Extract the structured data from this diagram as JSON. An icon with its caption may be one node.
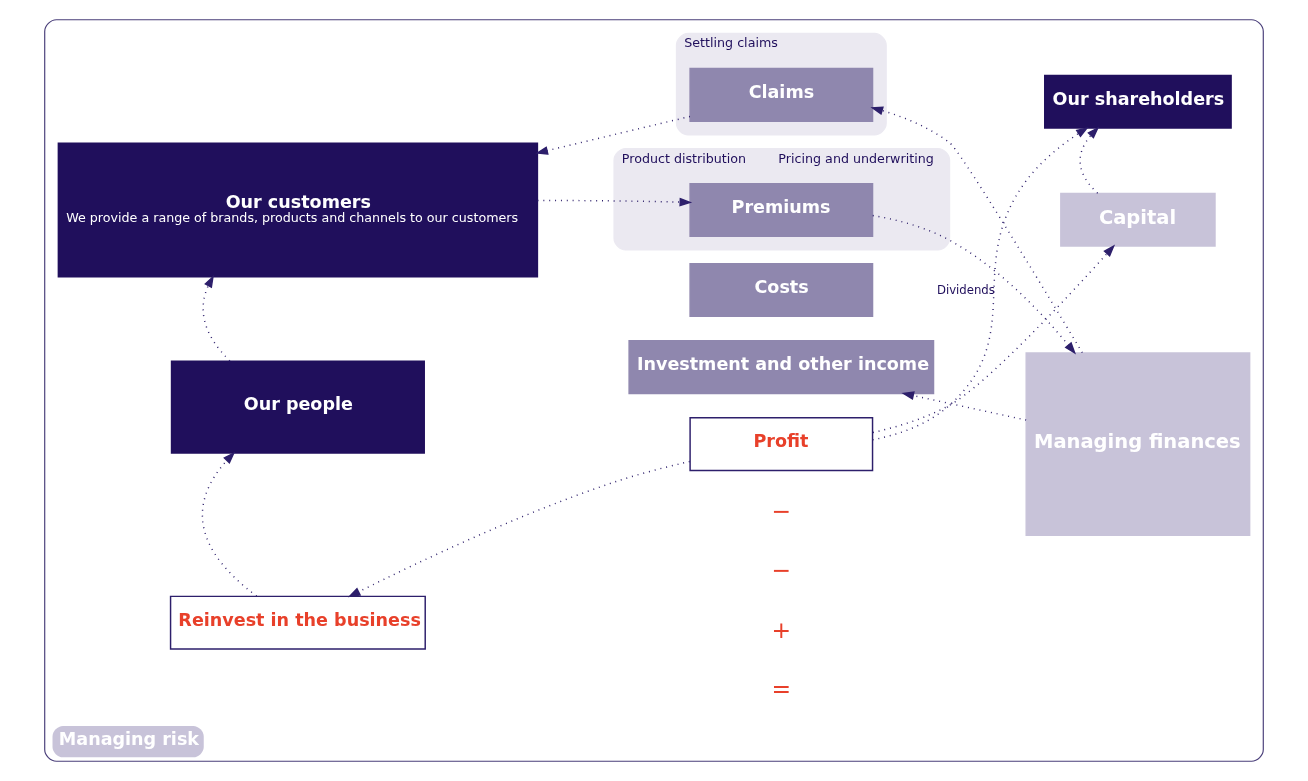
{
  "diagram": {
    "nodes": [
      {
        "text": [
          "Managing risk"
        ]
      },
      {
        "text": [
          "Our customers",
          "We provide a range of brands, products and channels to our customers"
        ],
        "in": 0
      },
      {
        "text": [
          "Product distribution",
          "Pricing and underwriting"
        ],
        "in": 0
      },
      {
        "text": [
          "Premiums"
        ],
        "in": 2
      },
      {
        "text": [
          "Settling claims"
        ],
        "in": 0
      },
      {
        "text": [
          "Claims"
        ],
        "in": 4
      },
      {
        "text": [
          "Managing finances"
        ],
        "in": 0
      },
      {
        "text": [
          "Our people"
        ],
        "in": 0
      },
      {
        "text": [
          "Costs"
        ],
        "in": 0
      },
      {
        "text": [
          "Investment and other income"
        ],
        "in": 0
      },
      {
        "text": [
          "Reinvest in the business"
        ],
        "in": 0
      },
      {
        "text": [
          "Profit"
        ],
        "in": 0
      },
      {
        "text": [
          "Capital"
        ],
        "in": 0
      },
      {
        "text": [
          "Our shareholders"
        ],
        "in": 0
      }
    ],
    "edges": [
      {
        "from": 1,
        "to": 3,
        "arrow": "to"
      },
      {
        "from": 3,
        "to": 6,
        "arrow": "to"
      },
      {
        "from": 6,
        "to": 5,
        "arrow": "to"
      },
      {
        "from": 5,
        "to": 1,
        "arrow": "to"
      },
      {
        "from": 6,
        "to": 9,
        "arrow": "to"
      },
      {
        "from": 7,
        "to": 1,
        "arrow": "to"
      },
      {
        "from": 10,
        "to": 7,
        "arrow": "to"
      },
      {
        "from": 11,
        "to": 10,
        "arrow": "to"
      },
      {
        "from": 11,
        "to": 12,
        "arrow": "to"
      },
      {
        "from": 12,
        "to": 13,
        "arrow": "to"
      },
      {
        "from": 11,
        "to": 13,
        "arrow": "to",
        "label": "Dividends"
      }
    ],
    "labels": [
      "−",
      "−",
      "+",
      "="
    ]
  }
}
